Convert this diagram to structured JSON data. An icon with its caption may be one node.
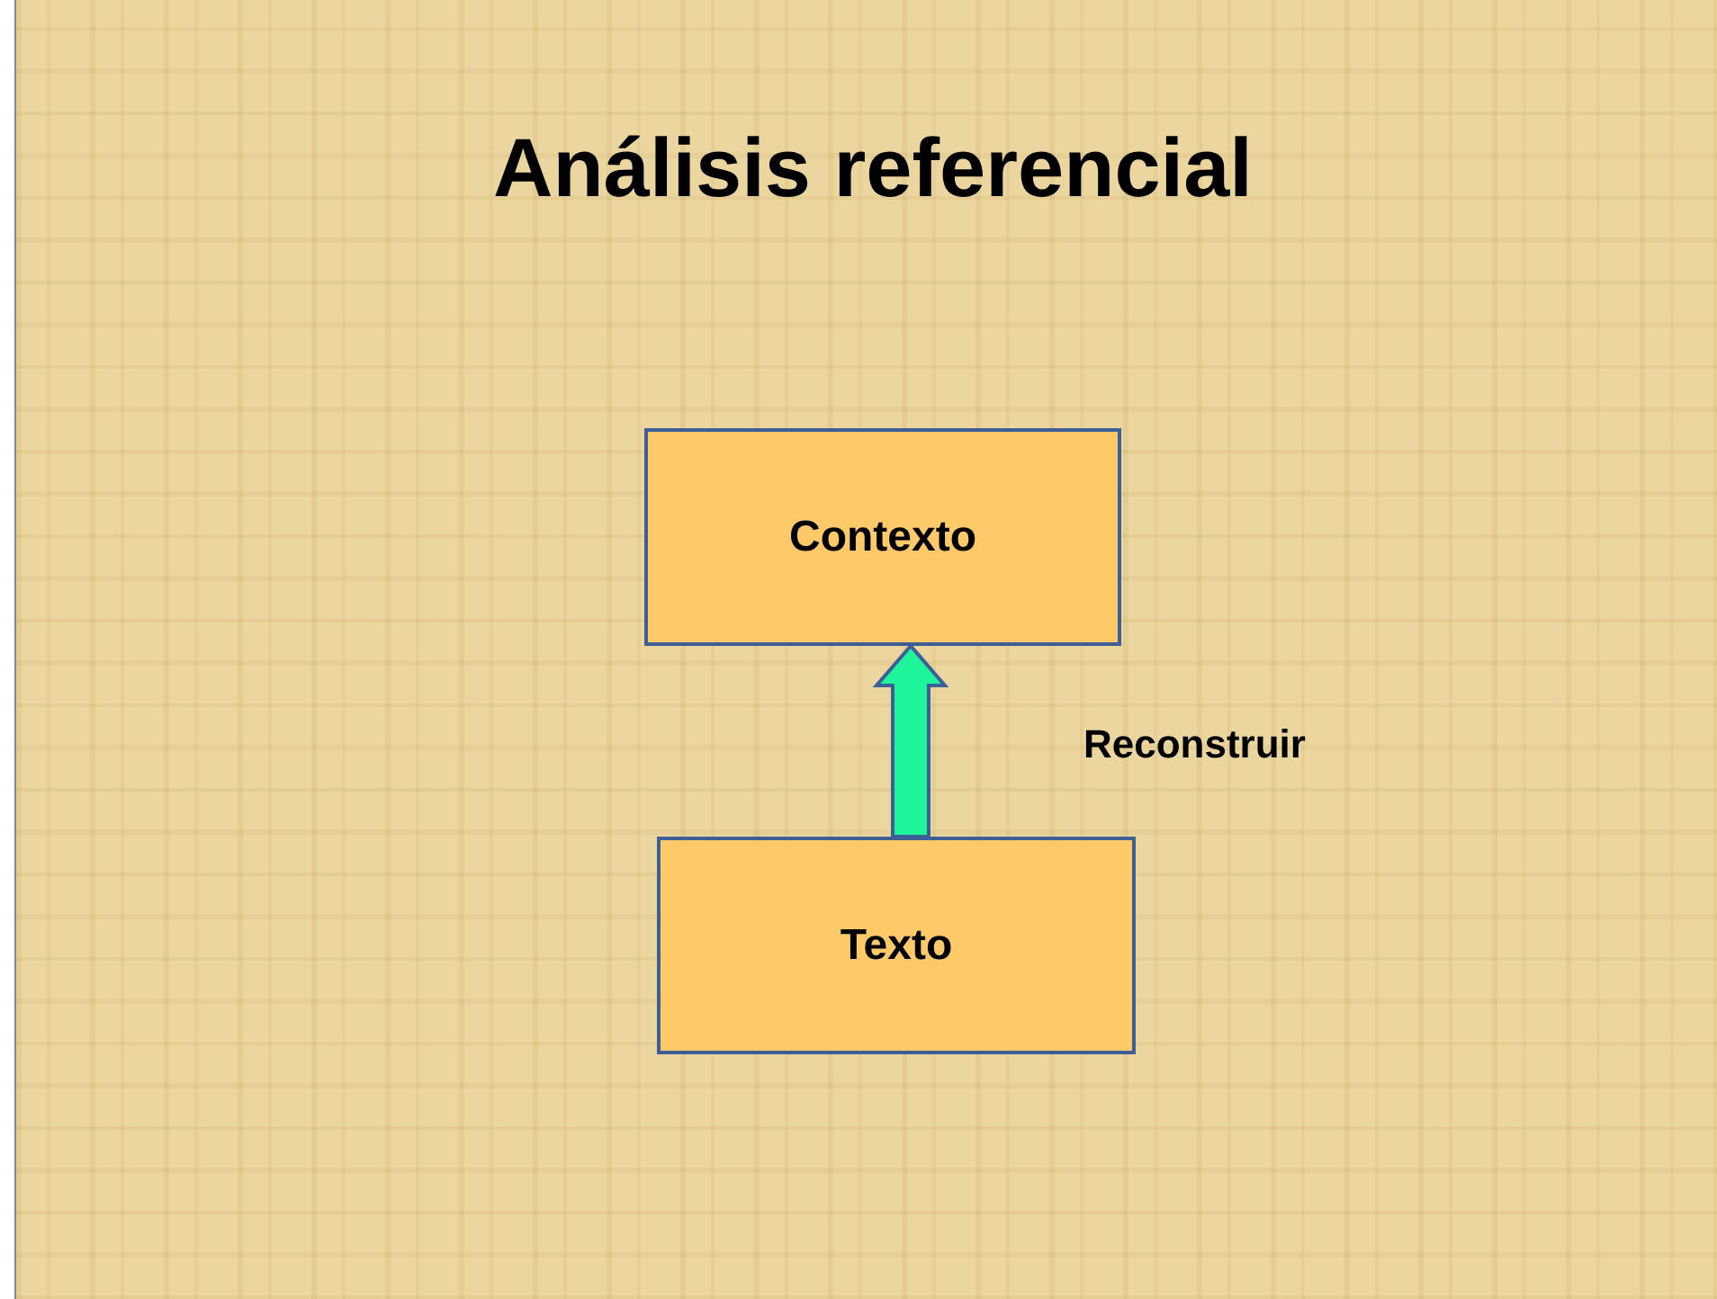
{
  "diagram": {
    "title": "Análisis referencial",
    "nodes": [
      {
        "text": [
          "Contexto"
        ]
      },
      {
        "text": [
          "Texto"
        ]
      }
    ],
    "edges": [
      {
        "from": 1,
        "to": 0,
        "arrow": "to",
        "label": "Reconstruir",
        "color": "#1ef59a"
      }
    ]
  }
}
